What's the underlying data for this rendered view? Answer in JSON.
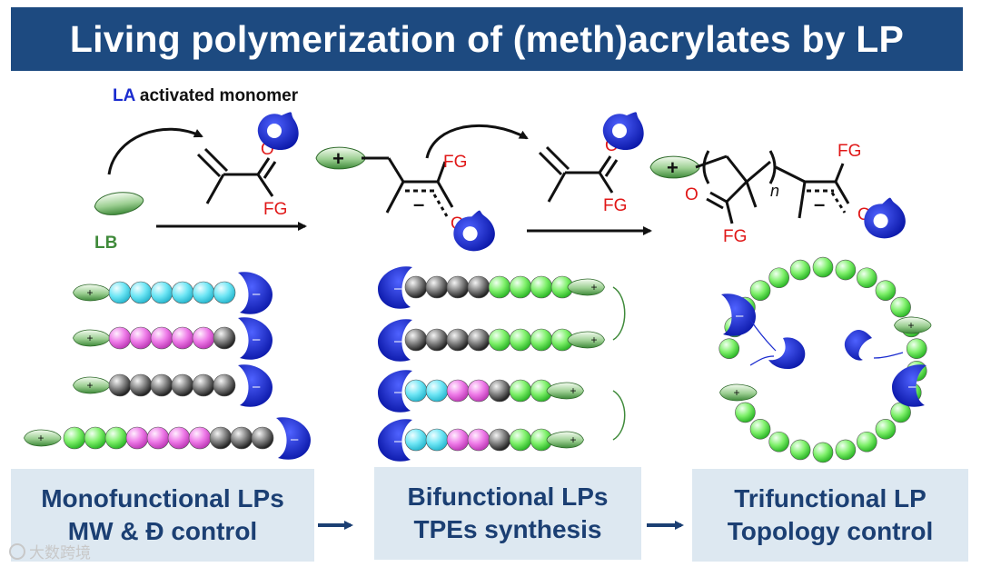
{
  "title": "Living polymerization of (meth)acrylates by LP",
  "monomer_caption": {
    "la": "LA",
    "rest": " activated monomer"
  },
  "lb_label": "LB",
  "chem": {
    "o": "O",
    "fg": "FG",
    "plus": "+",
    "minus": "–",
    "n": "n"
  },
  "boxes": [
    {
      "line1": "Monofunctional LPs",
      "line2": "MW & Đ control"
    },
    {
      "line1": "Bifunctional LPs",
      "line2": "TPEs synthesis"
    },
    {
      "line1": "Trifunctional LP",
      "line2": "Topology control"
    }
  ],
  "watermark": "大数跨境",
  "colors": {
    "title_bg": "#1d4a80",
    "la_blue": "#1b2ccf",
    "lb_green": "#3f8a3a",
    "chem_red": "#e01818",
    "box_bg": "#dde8f1",
    "box_text": "#1b3f73",
    "bead_cyan": "#6fe6f5",
    "bead_magenta": "#ee7be8",
    "bead_gray": "#8a8a8a",
    "bead_green": "#7ef06a"
  }
}
